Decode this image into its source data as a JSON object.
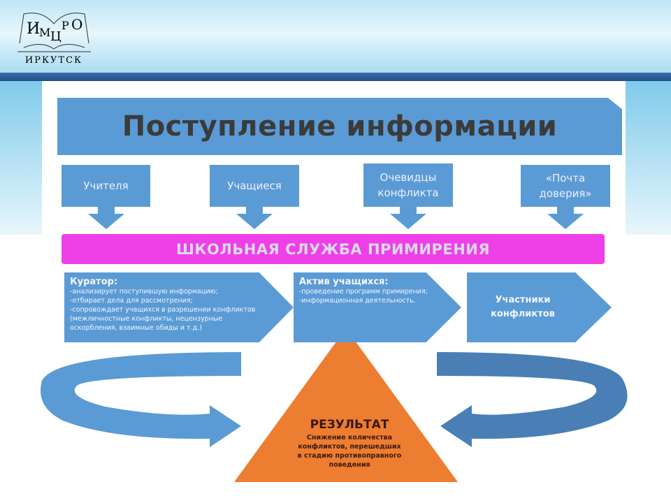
{
  "logo": {
    "line1_a": "И",
    "line1_b": "М",
    "line1_c": "Ц",
    "line1_d": "Р",
    "line1_e": "О",
    "line2": "ИРКУТСК"
  },
  "title": "Поступление информации",
  "sources": [
    {
      "label": "Учителя"
    },
    {
      "label": "Учащиеся"
    },
    {
      "label": "Очевидцы\nконфликта"
    },
    {
      "label": "«Почта\nдоверия»"
    }
  ],
  "service": "ШКОЛЬНАЯ СЛУЖБА ПРИМИРЕНИЯ",
  "curator": {
    "heading": "Куратор:",
    "lines": [
      "-анализирует поступившую информацию;",
      "-отбирает дела для рассмотрения;",
      "-сопровождает учащихся в разрешении конфликтов",
      "(межличностные конфликты, нецензурные",
      "оскорбления, взаимные обиды и т.д.)"
    ]
  },
  "activ": {
    "heading": "Актив учащихся:",
    "lines": [
      "-проведение программ примирения;",
      "-информационная деятельность."
    ]
  },
  "participants": {
    "heading": "Участники\nконфликтов"
  },
  "result": {
    "heading": "РЕЗУЛЬТАТ",
    "lines": [
      "Снижение количества",
      "конфликтов, перешедших",
      "в стадию противоправного",
      "поведения"
    ]
  },
  "colors": {
    "blue": "#5b9bd5",
    "magenta": "#ee3fe8",
    "orange": "#ed7d31",
    "dark_arrow": "#4a7fb5"
  }
}
